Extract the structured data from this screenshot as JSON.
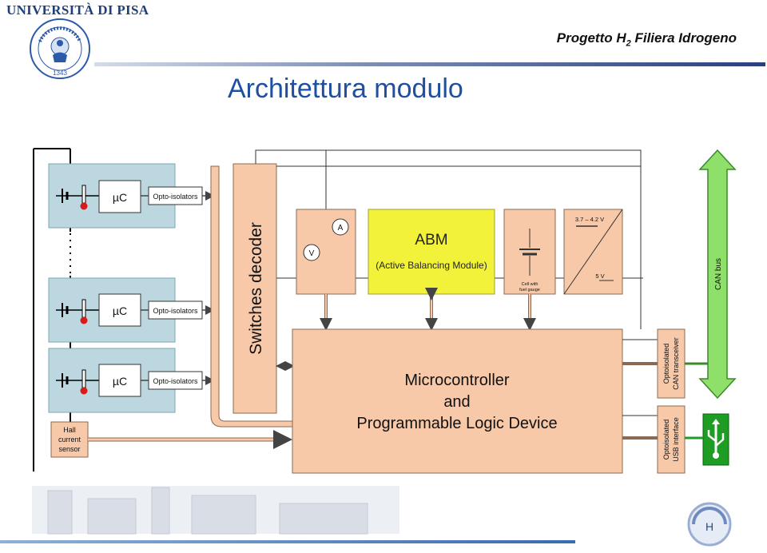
{
  "header": {
    "university": "UNIVERSITÀ DI PISA",
    "seal_year": "1343",
    "project_prefix": "Progetto H",
    "project_subscript": "2",
    "project_suffix": " Filiera Idrogeno"
  },
  "slide_title": "Architettura modulo",
  "diagram": {
    "cell_blocks": [
      {
        "mcu_label": "µC",
        "iso_label": "Opto-isolators"
      },
      {
        "mcu_label": "µC",
        "iso_label": "Opto-isolators"
      },
      {
        "mcu_label": "µC",
        "iso_label": "Opto-isolators"
      }
    ],
    "hall_sensor": [
      "Hall",
      "current",
      "sensor"
    ],
    "switches_decoder": "Switches decoder",
    "ammeter": "A",
    "voltmeter": "V",
    "abm_title": "ABM",
    "abm_subtitle": "(Active Balancing Module)",
    "fuel_gauge": [
      "Cell with",
      "fuel gauge"
    ],
    "converter_in": "3.7 – 4.2  V",
    "converter_out": "5  V",
    "main_block": [
      "Microcontroller",
      "and",
      "Programmable Logic Device"
    ],
    "can_transceiver": [
      "Optoisolated",
      "CAN transceiver"
    ],
    "usb_interface": [
      "Optoisolated",
      "USB interface"
    ],
    "can_bus": "CAN bus"
  },
  "colors": {
    "title_blue": "#1f4fa0",
    "cell_block_fill": "#bcd7df",
    "orange_fill": "#f8c9a8",
    "abm_yellow": "#f2f23a",
    "can_green": "#8ee06a",
    "usb_green": "#1e9c24"
  }
}
